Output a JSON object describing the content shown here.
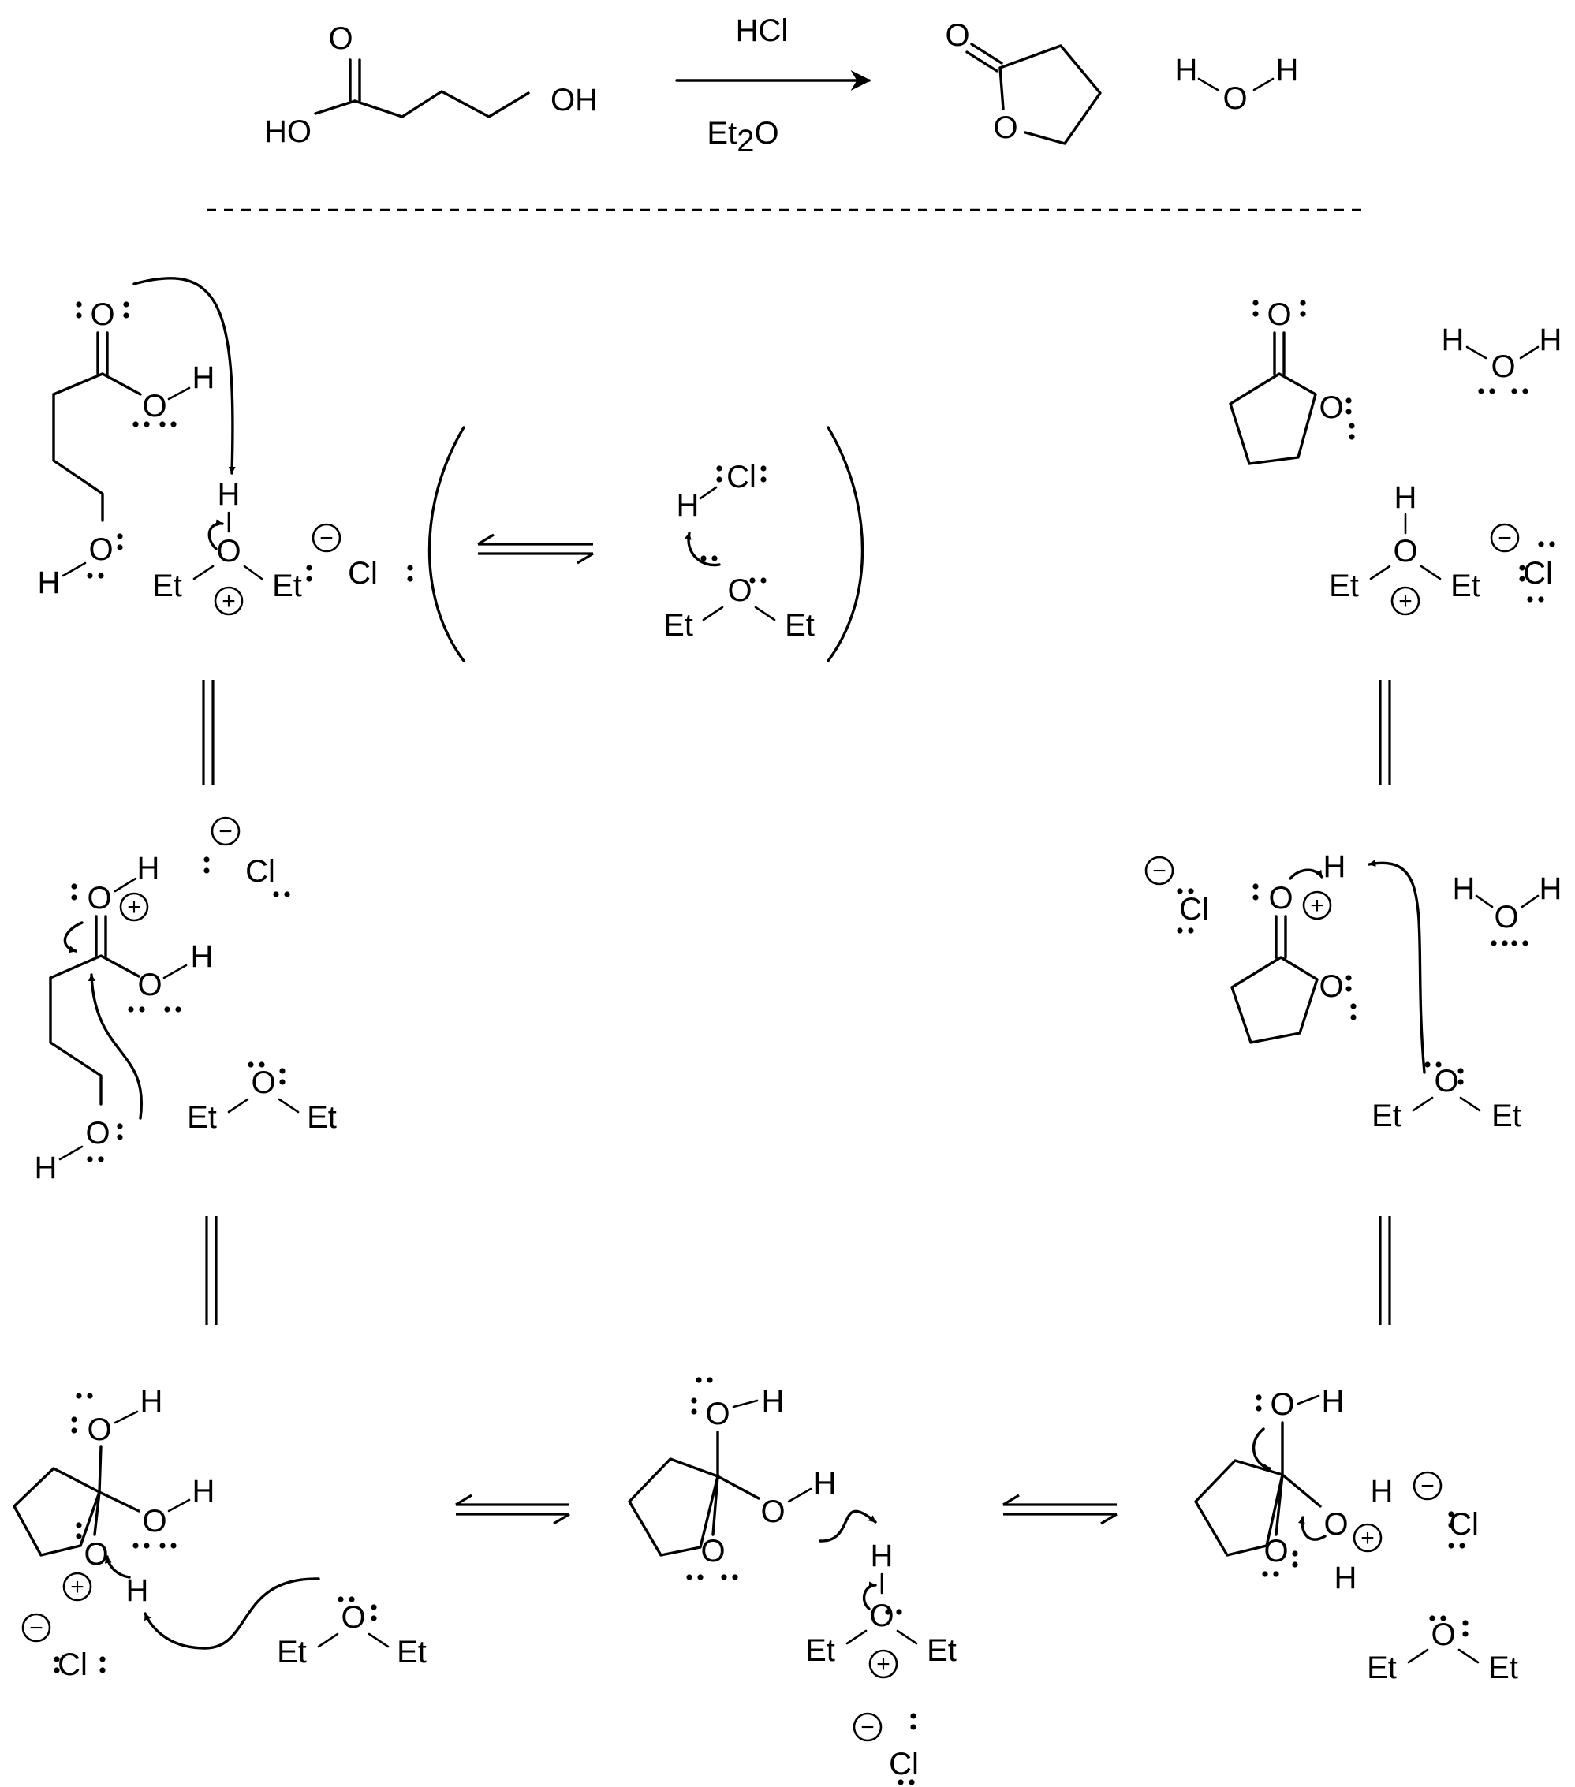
{
  "reaction": {
    "reagent_top": "HCl",
    "solvent_bottom": "Et",
    "solvent_sub": "2",
    "solvent_tail": "O"
  },
  "labels": {
    "O": "O",
    "OH": "OH",
    "HO": "HO",
    "H": "H",
    "Cl": "Cl",
    "Et": "Et",
    "plus": "+",
    "minus": "−"
  },
  "colors": {
    "ink": "#000000",
    "background": "#ffffff"
  }
}
